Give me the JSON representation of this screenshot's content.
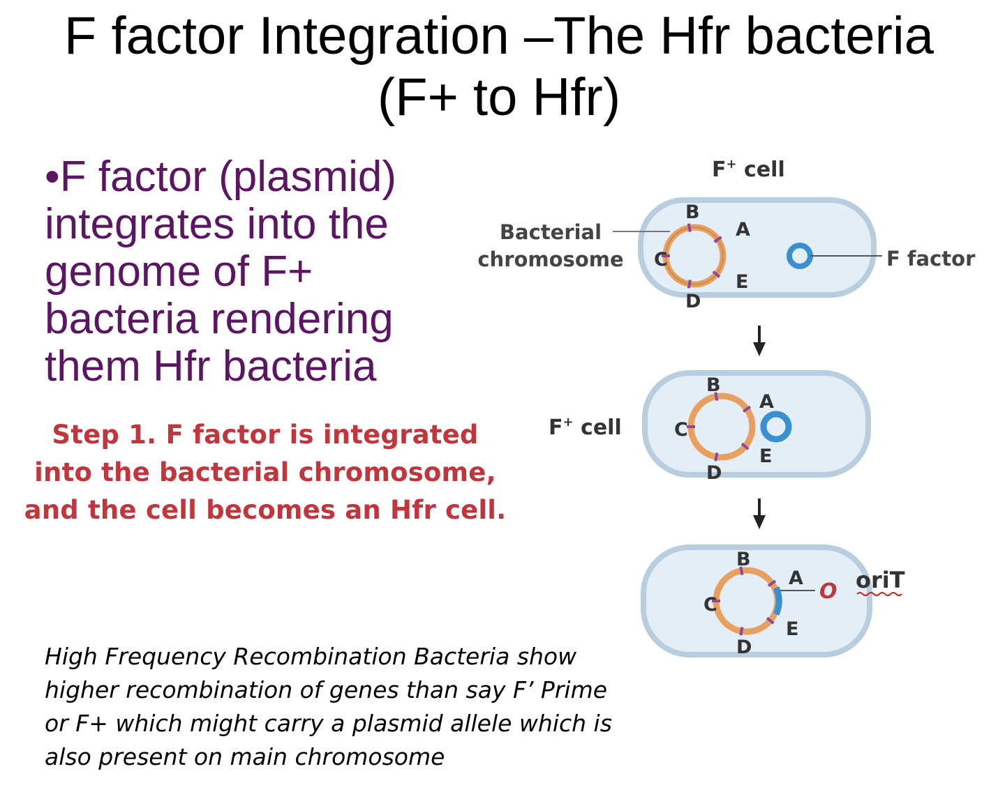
{
  "title": {
    "line1": "F factor Integration –The Hfr bacteria",
    "line2": "(F+ to Hfr)"
  },
  "bullet": {
    "lines": [
      "•F factor (plasmid)",
      "integrates into the",
      "genome of F+",
      "bacteria rendering",
      "them Hfr bacteria"
    ]
  },
  "step": {
    "lines": [
      "Step 1. F factor is integrated",
      "into the bacterial chromosome,",
      "and the cell becomes an Hfr cell."
    ]
  },
  "note": {
    "lines": [
      "High Frequency Recombination Bacteria show",
      "higher recombination of genes than  say F’ Prime",
      "or F+ which might carry a plasmid allele which is",
      "also present on main chromosome"
    ]
  },
  "diagram": {
    "cell1_label": "F",
    "cell1_label_sup": "+",
    "cell1_label_suffix": " cell",
    "bacterial_chromosome_label_1": "Bacterial",
    "bacterial_chromosome_label_2": "chromosome",
    "f_factor_label": "F factor",
    "cell2_label": "F",
    "cell2_label_sup": "+",
    "cell2_label_suffix": " cell",
    "orit_symbol": "O",
    "orit_label": "oriT",
    "genes": [
      "A",
      "B",
      "C",
      "D",
      "E"
    ],
    "colors": {
      "chromosome": "#e8a060",
      "plasmid": "#3a8fd0",
      "marker": "#8a4a9a",
      "cell_fill": "#e4eef6",
      "cell_stroke": "#b8cddd",
      "orit": "#c0363c"
    }
  }
}
